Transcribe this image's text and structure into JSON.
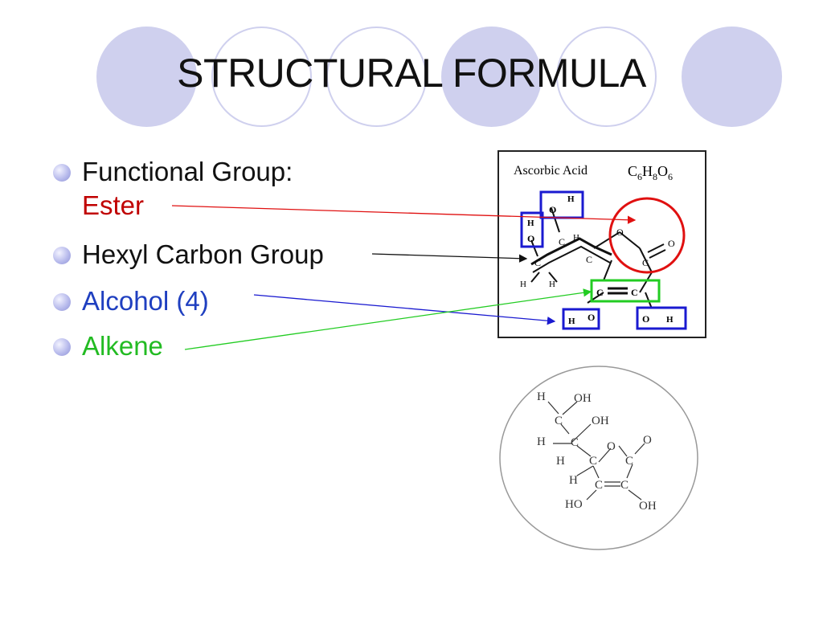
{
  "slide": {
    "title": "STRUCTURAL FORMULA",
    "bullets": [
      {
        "id": "functional-group",
        "lines": [
          "Functional Group:",
          "Ester"
        ],
        "colors": [
          "#111111",
          "#c00000"
        ]
      },
      {
        "id": "hexyl",
        "lines": [
          "Hexyl Carbon Group"
        ],
        "colors": [
          "#111111"
        ]
      },
      {
        "id": "alcohol",
        "lines": [
          "Alcohol (4)"
        ],
        "colors": [
          "#1f3fc0"
        ]
      },
      {
        "id": "alkene",
        "lines": [
          "Alkene"
        ],
        "colors": [
          "#22bb22"
        ]
      }
    ]
  },
  "diagram": {
    "heading": "Ascorbic Acid",
    "formula": {
      "c": "C",
      "c_n": "6",
      "h": "H",
      "h_n": "8",
      "o": "O",
      "o_n": "6"
    },
    "atoms": {
      "c": "C",
      "h": "H",
      "o": "O",
      "oh": "OH",
      "ho": "HO"
    }
  },
  "colors": {
    "ester": "#e01010",
    "alcohol": "#1a1ad0",
    "alkene": "#22cc22",
    "hexyl": "#111111",
    "decor": "#cfd0ee"
  }
}
